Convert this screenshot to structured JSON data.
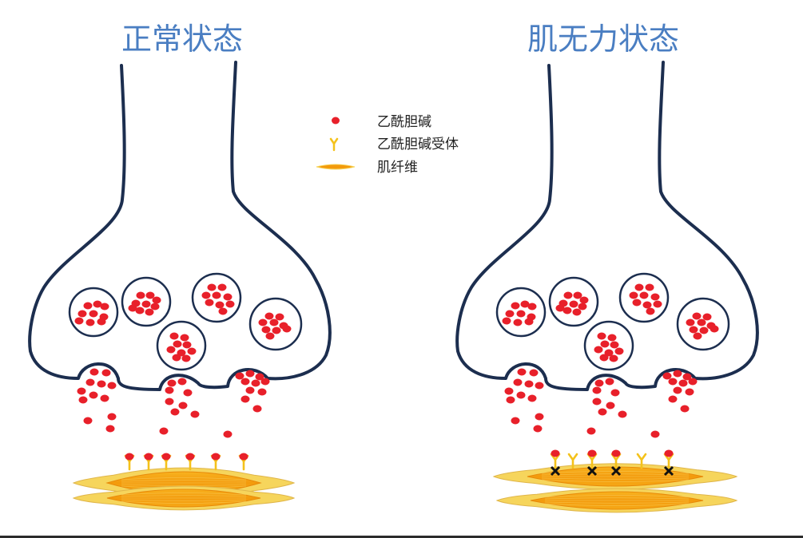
{
  "panels": [
    {
      "key": "normal",
      "title": "正常状态"
    },
    {
      "key": "mg",
      "title": "肌无力状态"
    }
  ],
  "legend": {
    "items": [
      {
        "icon": "acetylcholine-icon",
        "label": "乙酰胆碱"
      },
      {
        "icon": "acetylcholine-receptor-icon",
        "label": "乙酰胆碱受体"
      },
      {
        "icon": "muscle-fiber-icon",
        "label": "肌纤维"
      }
    ]
  },
  "colors": {
    "title": "#4a7ec2",
    "membrane": "#1c2e4f",
    "acetylcholine": "#e8202a",
    "receptor": "#f4c21b",
    "muscle_fiber": "#f39a0c",
    "muscle_fiber_ends": "#f6d55c",
    "blocked_marker": "#111111"
  }
}
